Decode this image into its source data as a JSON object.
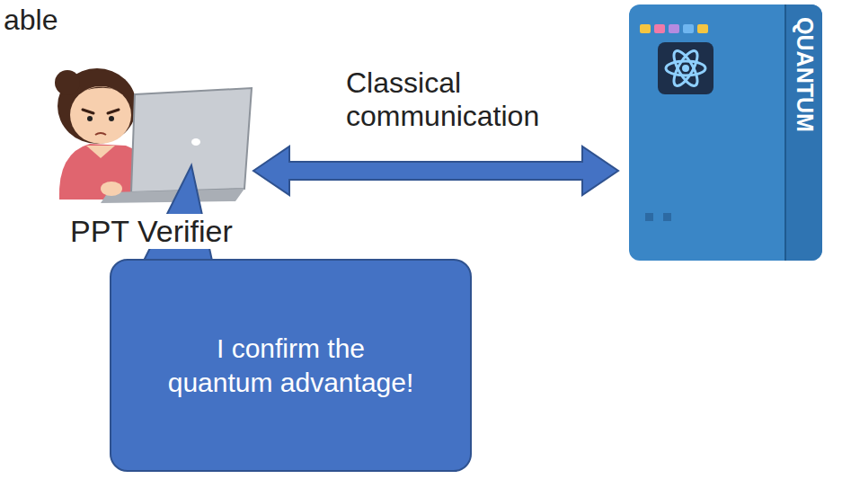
{
  "diagram": {
    "nodes": [
      {
        "text": [
          "I confirm the quantum advantage!"
        ]
      },
      {
        "text": [
          "QUANTUM"
        ]
      }
    ],
    "labels": [
      "able",
      "PPT Verifier",
      "Classical communication"
    ]
  }
}
